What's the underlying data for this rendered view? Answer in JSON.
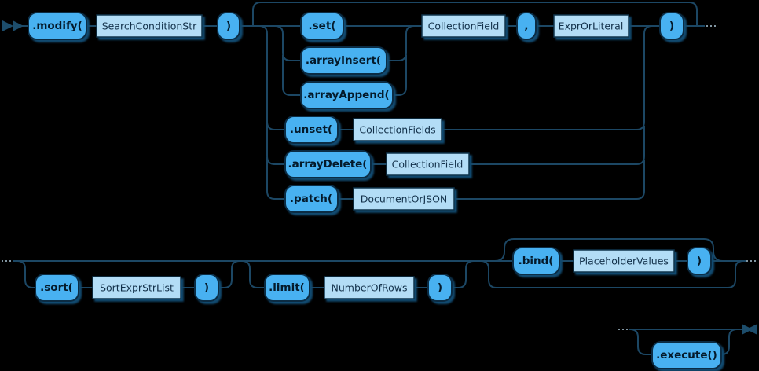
{
  "diagram": {
    "kind": "railroad-syntax-diagram",
    "nodes": {
      "modify": ".modify(",
      "searchConditionStr": "SearchConditionStr",
      "cp1": ")",
      "set": ".set(",
      "arrayInsert": ".arrayInsert(",
      "arrayAppend": ".arrayAppend(",
      "collectionField": "CollectionField",
      "comma": ",",
      "exprOrLiteral": "ExprOrLiteral",
      "cp2": ")",
      "unset": ".unset(",
      "collectionFields": "CollectionFields",
      "arrayDelete": ".arrayDelete(",
      "collectionField2": "CollectionField",
      "patch": ".patch(",
      "documentOrJSON": "DocumentOrJSON",
      "sort": ".sort(",
      "sortExprStrList": "SortExprStrList",
      "cp3": ")",
      "limit": ".limit(",
      "numberOfRows": "NumberOfRows",
      "cp4": ")",
      "bind": ".bind(",
      "placeholderValues": "PlaceholderValues",
      "cp5": ")",
      "execute": ".execute()"
    },
    "colors": {
      "background": "#000000",
      "terminal_fill": "#48b1f1",
      "nonterminal_fill": "#b3ddf6",
      "line": "#1c4764",
      "shadow": "#114a70"
    }
  }
}
